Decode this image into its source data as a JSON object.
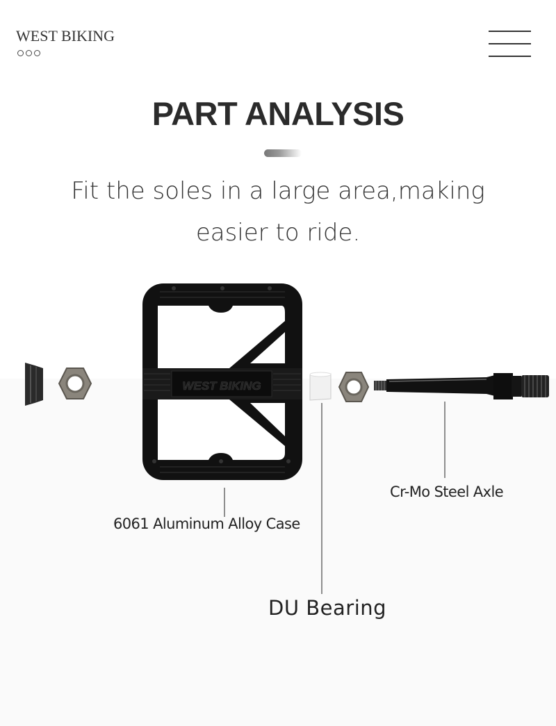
{
  "header": {
    "brand": "WEST BIKING",
    "menu_icon": "hamburger-menu-icon"
  },
  "main": {
    "title": "PART ANALYSIS",
    "subtitle_line1": "Fit the soles in a large area,making",
    "subtitle_line2": "easier to ride.",
    "pedal_logo": "WEST BIKING",
    "labels": {
      "case": "6061 Aluminum Alloy Case",
      "axle": "Cr-Mo Steel Axle",
      "bearing": "DU Bearing"
    }
  },
  "colors": {
    "text": "#333333",
    "pedal": "#111111",
    "nut": "#8a857c"
  }
}
